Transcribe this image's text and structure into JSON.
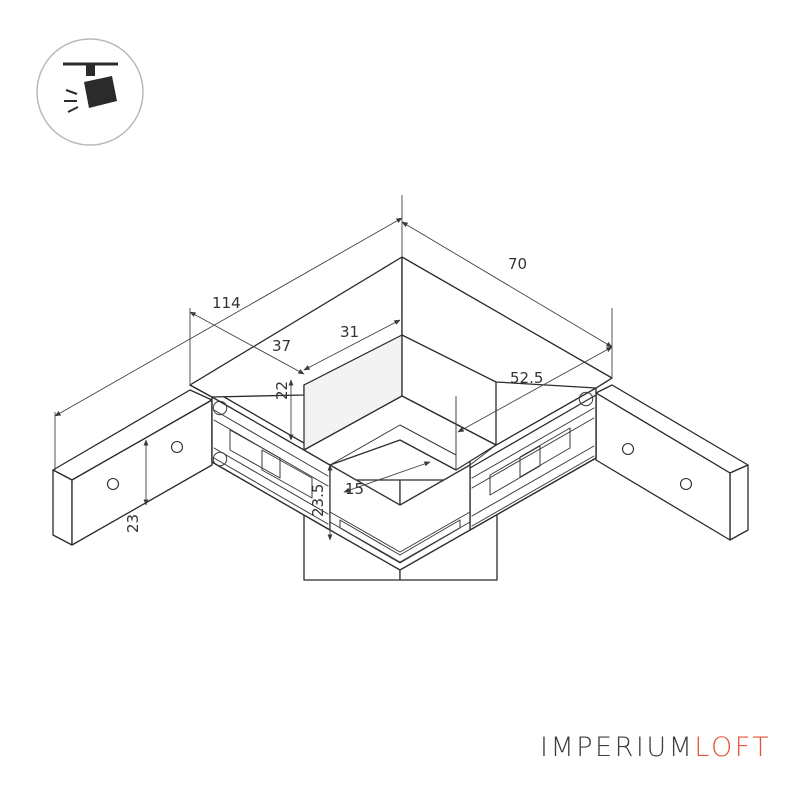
{
  "dimensions": {
    "overall_left": "114",
    "overall_right": "70",
    "inner_left": "37",
    "inner_top": "31",
    "right_inner": "52.5",
    "wall_height": "22",
    "groove_width": "15",
    "body_height": "23.5",
    "plate_height": "23"
  },
  "brand": {
    "part1": "IMPERIUM",
    "part2": "LOFT",
    "accent_color": "#e2553d"
  },
  "icon": {
    "name": "track-spotlight-icon"
  }
}
